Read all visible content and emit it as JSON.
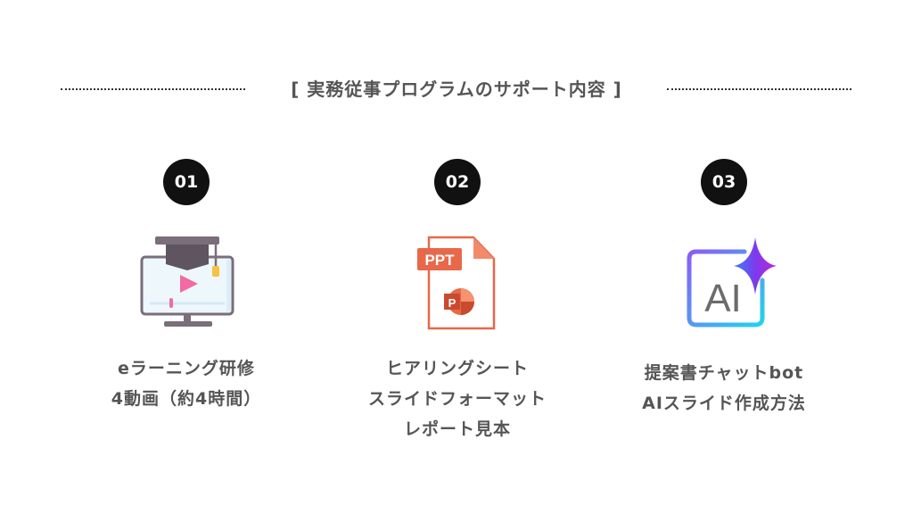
{
  "header": {
    "title": "[ 実務従事プログラムのサポート内容 ]"
  },
  "items": [
    {
      "number": "01",
      "icon": "video-course-icon",
      "lines": [
        "eラーニング研修",
        "4動画（約4時間）"
      ]
    },
    {
      "number": "02",
      "icon": "ppt-file-icon",
      "icon_label": "PPT",
      "icon_badge": "P",
      "lines": [
        "ヒアリングシート",
        "スライドフォーマット",
        "レポート見本"
      ]
    },
    {
      "number": "03",
      "icon": "ai-sparkle-icon",
      "icon_label": "AI",
      "lines": [
        "提案書チャットbot",
        "AIスライド作成方法"
      ]
    }
  ],
  "colors": {
    "badge": "#111111",
    "text": "#555555",
    "ppt": "#e8684a",
    "ai_start": "#8b5cf6",
    "ai_end": "#22d3ee"
  }
}
